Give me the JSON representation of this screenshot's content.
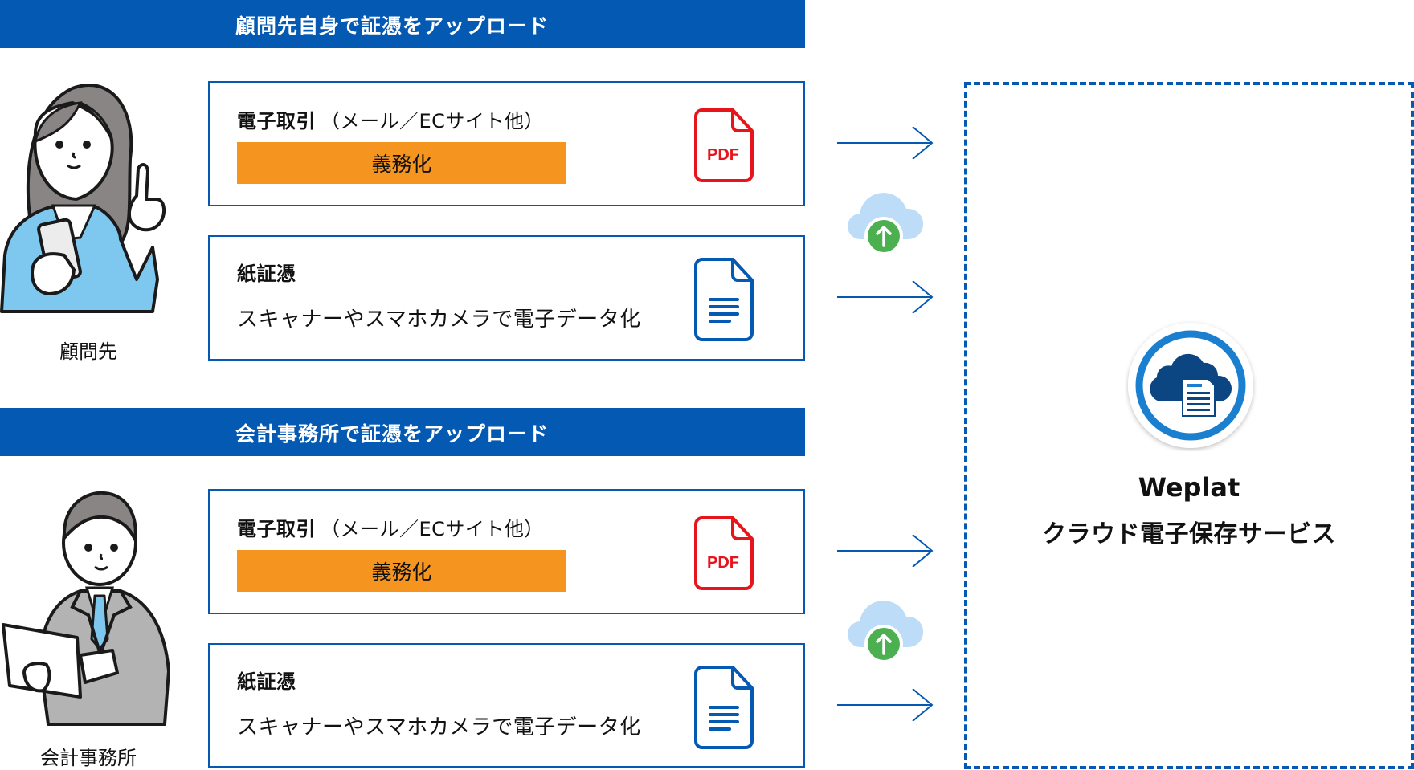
{
  "sections": [
    {
      "header": "顧問先自身で証憑をアップロード",
      "person_label": "顧問先",
      "person_icon": "businesswoman-with-smartphone-illustration",
      "cards": [
        {
          "title_bold": "電子取引",
          "title_normal": "（メール／ECサイト他）",
          "badge": "義務化",
          "icon": "pdf-file-icon",
          "icon_text": "PDF"
        },
        {
          "title_bold": "紙証憑",
          "description": "スキャナーやスマホカメラで電子データ化",
          "icon": "document-file-icon"
        }
      ]
    },
    {
      "header": "会計事務所で証憑をアップロード",
      "person_label": "会計事務所",
      "person_icon": "businessman-with-tablet-illustration",
      "cards": [
        {
          "title_bold": "電子取引",
          "title_normal": "（メール／ECサイト他）",
          "badge": "義務化",
          "icon": "pdf-file-icon",
          "icon_text": "PDF"
        },
        {
          "title_bold": "紙証憑",
          "description": "スキャナーやスマホカメラで電子データ化",
          "icon": "document-file-icon"
        }
      ]
    }
  ],
  "flow": {
    "arrow_icon": "right-arrow-icon",
    "upload_icon": "cloud-upload-icon"
  },
  "service": {
    "name": "Weplat",
    "subtitle": "クラウド電子保存サービス",
    "logo_icon": "cloud-document-logo-icon"
  },
  "colors": {
    "primary_blue": "#0459b3",
    "badge_orange": "#f59520",
    "pdf_red": "#e8141b",
    "upload_green": "#4caf50",
    "cloud_light_blue": "#bcdcf7",
    "logo_navy": "#0b4682"
  }
}
